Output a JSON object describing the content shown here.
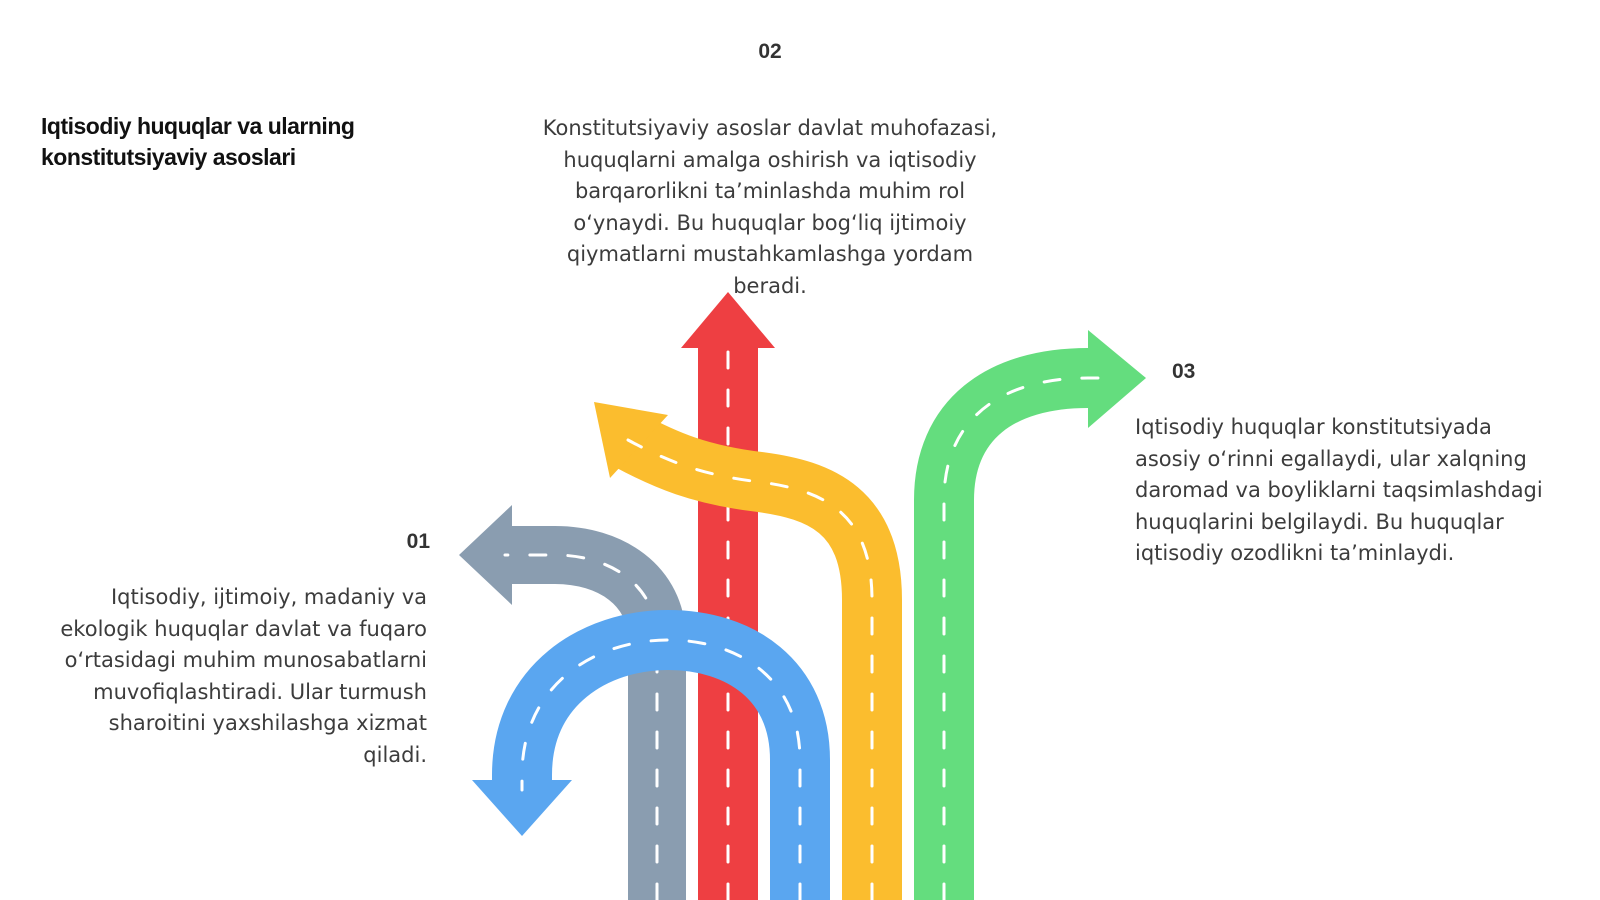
{
  "title": "Iqtisodiy huquqlar va ularning konstitutsiyaviy asoslari",
  "items": [
    {
      "num": "01",
      "text": "Iqtisodiy, ijtimoiy, madaniy va ekologik huquqlar davlat va fuqaro o‘rtasidagi muhim munosabatlarni muvofiqlashtiradi. Ular turmush sharoitini yaxshilashga xizmat qiladi."
    },
    {
      "num": "02",
      "text": "Konstitutsiyaviy asoslar davlat muhofazasi, huquqlarni amalga oshirish va iqtisodiy barqarorlikni ta’minlashda muhim rol o‘ynaydi. Bu huquqlar bog‘liq ijtimoiy qiymatlarni mustahkamlashga yordam beradi."
    },
    {
      "num": "03",
      "text": "Iqtisodiy huquqlar konstitutsiyada asosiy o‘rinni egallaydi, ular xalqning daromad va boyliklarni taqsimlashdagi huquqlarini belgilaydi. Bu huquqlar iqtisodiy ozodlikni ta’minlaydi."
    }
  ],
  "colors": {
    "gray": "#8a9db0",
    "blue": "#5aa6f0",
    "red": "#ee3f42",
    "yellow": "#fbbd2e",
    "green": "#64dd7e"
  },
  "icons": [
    "gray-arrow-left",
    "blue-arrow-down",
    "red-arrow-up",
    "yellow-arrow-left",
    "green-arrow-right"
  ]
}
